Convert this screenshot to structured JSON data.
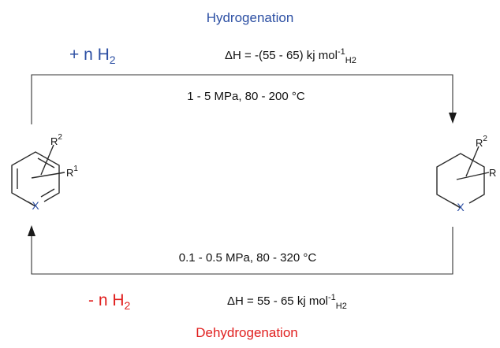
{
  "forward": {
    "title": "Hydrogenation",
    "title_color": "#2c4fa3",
    "h2_prefix": "+ n H",
    "h2_sub": "2",
    "h2_color": "#2c4fa3",
    "delta_symbol": "ΔH",
    "enthalpy_main": " = -(55 - 65) kj mol",
    "enthalpy_sup": "-1",
    "enthalpy_sub": "H2",
    "conditions": "1 - 5 MPa, 80 - 200 °C"
  },
  "reverse": {
    "title": "Dehydrogenation",
    "title_color": "#e0201f",
    "h2_prefix": "- n H",
    "h2_sub": "2",
    "h2_color": "#e0201f",
    "delta_symbol": "ΔH",
    "enthalpy_main": " = 55 - 65 kj mol",
    "enthalpy_sup": "-1",
    "enthalpy_sub": "H2",
    "conditions": "0.1 - 0.5 MPa, 80 - 320 °C"
  },
  "aromatic_molecule": {
    "substituent_top": "R",
    "substituent_top_sup": "2",
    "substituent_side": "R",
    "substituent_side_sup": "1",
    "heteroatom": "X",
    "heteroatom_color": "#2c4fa3"
  },
  "saturated_molecule": {
    "substituent_top": "R",
    "substituent_top_sup": "2",
    "substituent_side": "R",
    "heteroatom": "X",
    "heteroatom_color": "#2c4fa3"
  }
}
